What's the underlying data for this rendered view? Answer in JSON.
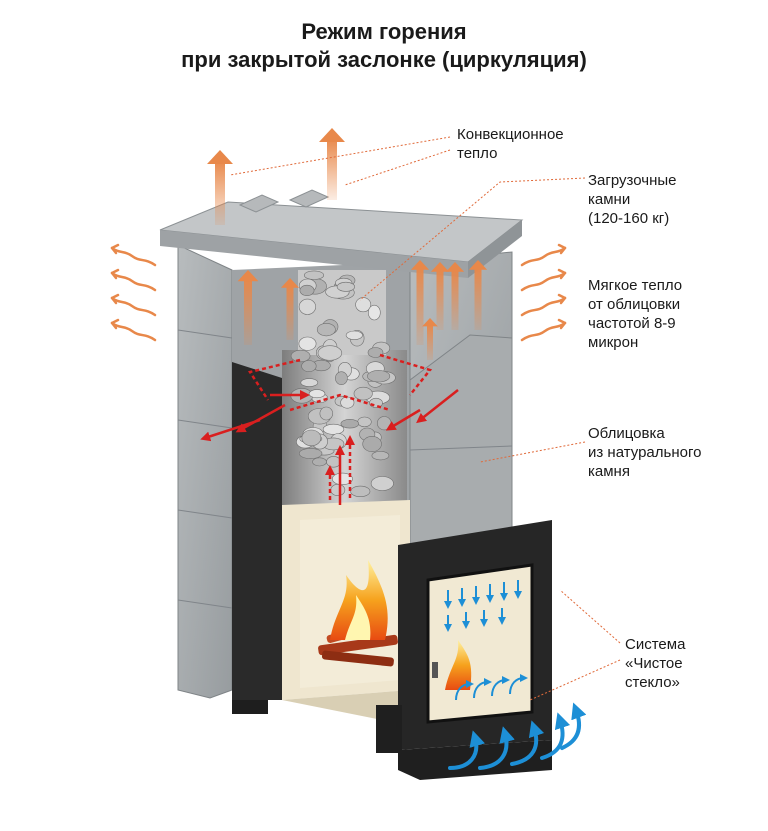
{
  "title": {
    "line1": "Режим горения",
    "line2": "при закрытой заслонке (циркуляция)"
  },
  "callouts": {
    "convection": {
      "lines": [
        "Конвекционное",
        "тепло"
      ]
    },
    "stones": {
      "lines": [
        "Загрузочные",
        "камни",
        "(120-160 кг)"
      ]
    },
    "soft_heat": {
      "lines": [
        "Мягкое тепло",
        "от облицовки",
        "частотой 8-9",
        "микрон"
      ]
    },
    "cladding": {
      "lines": [
        "Облицовка",
        "из натурального",
        "камня"
      ]
    },
    "clean_glass": {
      "lines": [
        "Система",
        "«Чистое",
        "стекло»"
      ]
    }
  },
  "colors": {
    "stone": "#a9adaf",
    "stone_dark": "#8c9194",
    "stone_top": "#c2c5c7",
    "iron": "#2b2b2b",
    "steel": "#b8b8b8",
    "firebox": "#efe6cf",
    "heat_arrow": "#e8884a",
    "flow_arrow": "#d91f1f",
    "air_arrow": "#1d8fd6",
    "leader": "#e06a3a"
  }
}
